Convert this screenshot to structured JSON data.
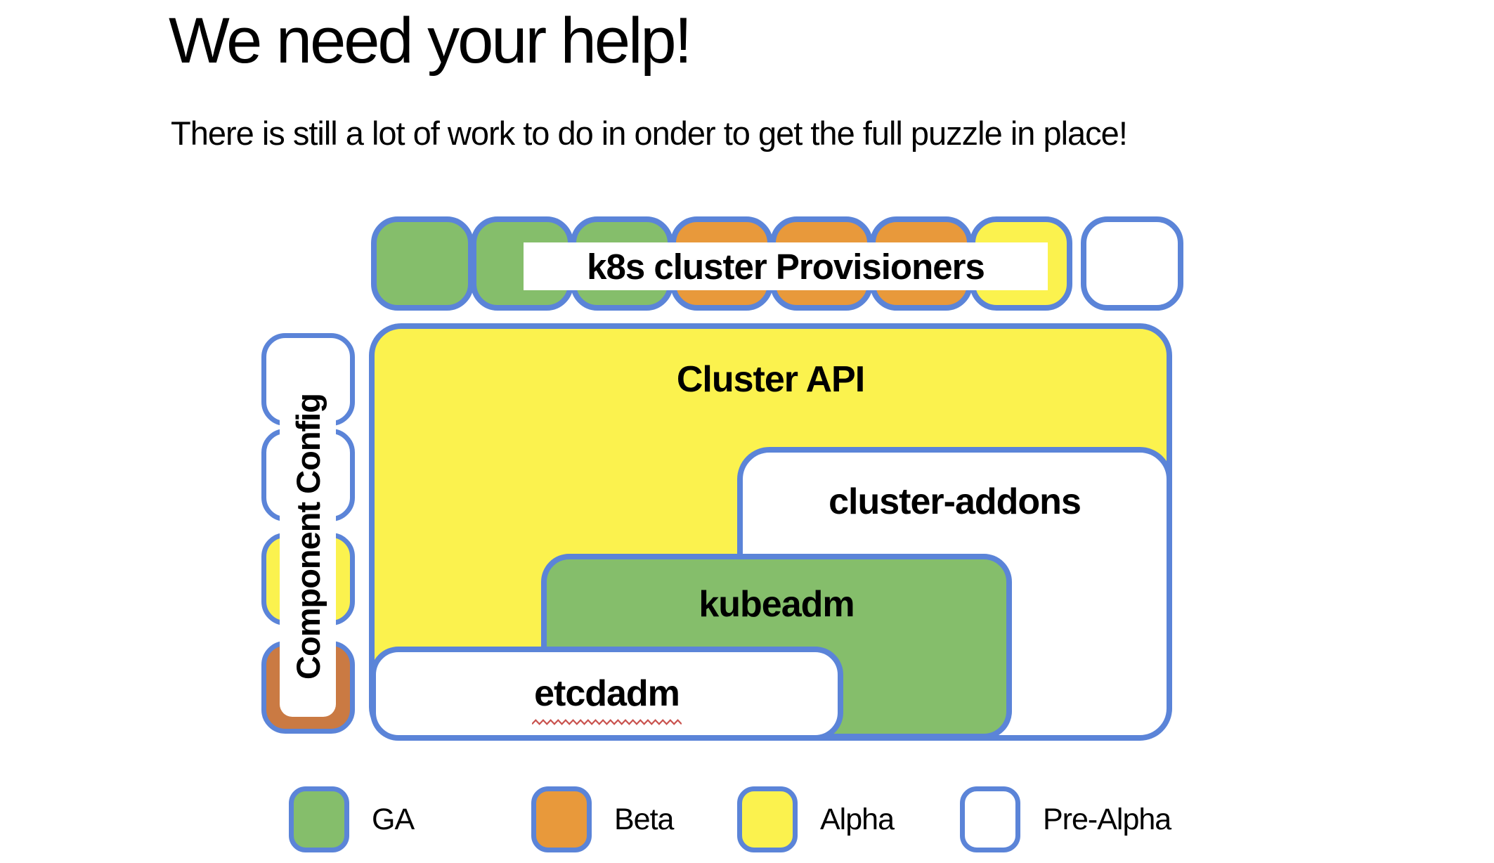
{
  "slide": {
    "title": "We need your help!",
    "subtitle": "There is still a lot of work to do in onder to get the full puzzle in place!"
  },
  "colors": {
    "border_blue": "#5b84d8",
    "ga_green": "#85be6b",
    "beta_orange": "#e8993b",
    "beta_dark_orange": "#ca7a43",
    "alpha_yellow": "#fbf24e",
    "pre_alpha_white": "#ffffff",
    "spellcheck_red": "#c9524e",
    "text_black": "#000000"
  },
  "diagram": {
    "top_row": {
      "label": "k8s cluster Provisioners",
      "square_statuses": [
        "GA",
        "GA",
        "GA",
        "Beta",
        "Beta",
        "Beta",
        "Alpha",
        "Pre-Alpha"
      ],
      "square_colors": [
        "#85be6b",
        "#85be6b",
        "#85be6b",
        "#e8993b",
        "#e8993b",
        "#e8993b",
        "#fbf24e",
        "#ffffff"
      ]
    },
    "left_column": {
      "label": "Component Config",
      "square_statuses": [
        "Pre-Alpha",
        "Pre-Alpha",
        "Alpha",
        "Beta"
      ],
      "square_colors": [
        "#ffffff",
        "#ffffff",
        "#fbf24e",
        "#ca7a43"
      ]
    },
    "boxes": {
      "cluster_api": {
        "label": "Cluster API",
        "status": "Alpha",
        "color": "#fbf24e"
      },
      "cluster_addons": {
        "label": "cluster-addons",
        "status": "Pre-Alpha",
        "color": "#ffffff"
      },
      "kubeadm": {
        "label": "kubeadm",
        "status": "GA",
        "color": "#85be6b"
      },
      "etcdadm": {
        "label": "etcdadm",
        "status": "Pre-Alpha",
        "color": "#ffffff",
        "spellcheck_underline": true
      }
    }
  },
  "legend": [
    {
      "label": "GA",
      "color": "#85be6b"
    },
    {
      "label": "Beta",
      "color": "#e8993b"
    },
    {
      "label": "Alpha",
      "color": "#fbf24e"
    },
    {
      "label": "Pre-Alpha",
      "color": "#ffffff"
    }
  ]
}
